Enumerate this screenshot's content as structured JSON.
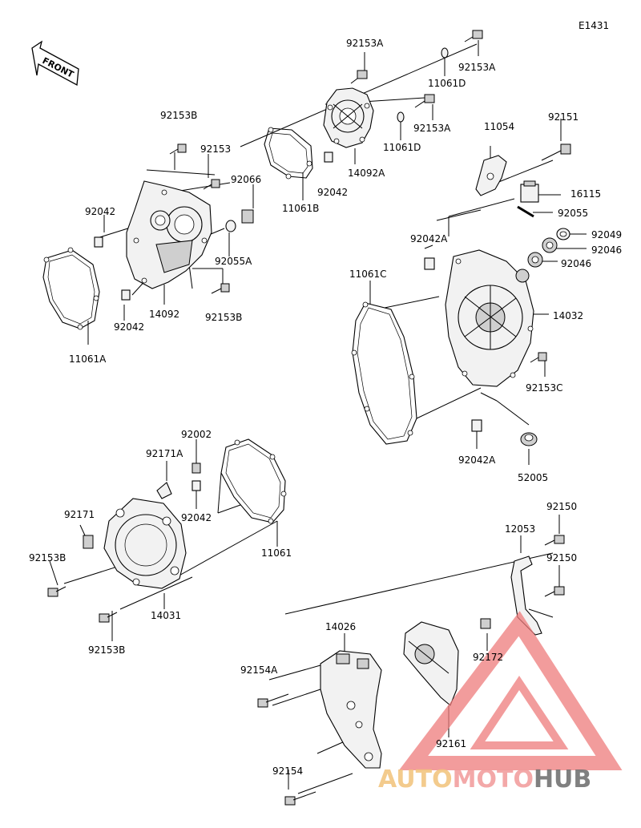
{
  "diagram_code": "E1431",
  "front_arrow_text": "FRONT",
  "watermark": {
    "text_1": "AUTO",
    "text_2": "MOTO",
    "text_3": "HUB",
    "color_1": "#f2c37a",
    "color_2": "#f19a9a",
    "color_3": "#6b6b6b",
    "triangle_color": "#ee7b7b"
  },
  "labels": {
    "l_92153A_top": "92153A",
    "l_92153A_right": "92153A",
    "l_11061D_top": "11061D",
    "l_92153A_mid": "92153A",
    "l_11061D_mid": "11061D",
    "l_92153B_top": "92153B",
    "l_92153": "92153",
    "l_92066": "92066",
    "l_11061B": "11061B",
    "l_92042_top": "92042",
    "l_14092A": "14092A",
    "l_11054": "11054",
    "l_92151": "92151",
    "l_16115": "16115",
    "l_92042_left": "92042",
    "l_92055": "92055",
    "l_92049": "92049",
    "l_92046_a": "92046",
    "l_92046_b": "92046",
    "l_92042A_top": "92042A",
    "l_92055A": "92055A",
    "l_11061C": "11061C",
    "l_14092": "14092",
    "l_92042_bot": "92042",
    "l_92153B_mid": "92153B",
    "l_14032": "14032",
    "l_11061A": "11061A",
    "l_92153C": "92153C",
    "l_92042A_bot": "92042A",
    "l_52005": "52005",
    "l_92002": "92002",
    "l_92171A": "92171A",
    "l_92042_mid": "92042",
    "l_92171": "92171",
    "l_92153B_left": "92153B",
    "l_11061": "11061",
    "l_14031": "14031",
    "l_92153B_bot": "92153B",
    "l_92150_top": "92150",
    "l_12053": "12053",
    "l_92150_mid": "92150",
    "l_14026": "14026",
    "l_92154A": "92154A",
    "l_92172": "92172",
    "l_92161": "92161",
    "l_92154": "92154"
  }
}
